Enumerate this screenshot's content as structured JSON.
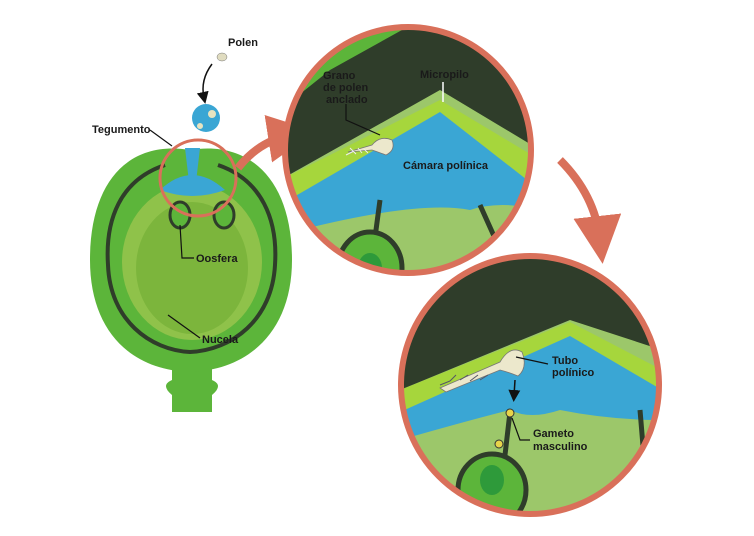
{
  "labels": {
    "polen": "Polen",
    "tegumento": "Tegumento",
    "oosfera": "Oosfera",
    "nucela": "Nucela",
    "grano_line1": "Grano",
    "grano_line2": "de polen",
    "grano_line3": "anclado",
    "micropilo": "Micropilo",
    "camara": "Cámara polínica",
    "tubo_line1": "Tubo",
    "tubo_line2": "polínico",
    "gameto_line1": "Gameto",
    "gameto_line2": "masculino"
  },
  "colors": {
    "green_outer": "#5cb53a",
    "green_light": "#a6d63c",
    "green_pale": "#9cc76a",
    "green_dark": "#2f3d2a",
    "blue": "#3aa6d4",
    "circle_ring": "#d9705a"
  }
}
